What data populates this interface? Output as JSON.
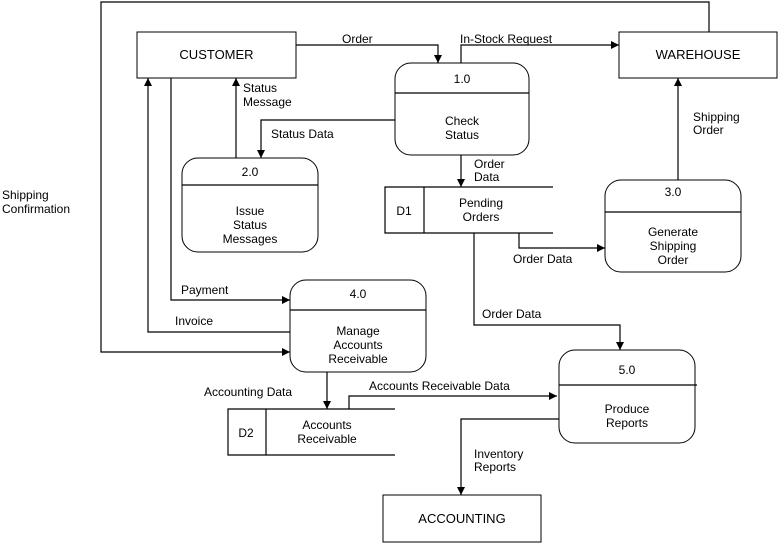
{
  "entities": {
    "customer": "CUSTOMER",
    "warehouse": "WAREHOUSE",
    "accounting": "ACCOUNTING"
  },
  "processes": {
    "p1": {
      "id": "1.0",
      "lines": [
        "Check",
        "Status"
      ]
    },
    "p2": {
      "id": "2.0",
      "lines": [
        "Issue",
        "Status",
        "Messages"
      ]
    },
    "p3": {
      "id": "3.0",
      "lines": [
        "Generate",
        "Shipping",
        "Order"
      ]
    },
    "p4": {
      "id": "4.0",
      "lines": [
        "Manage",
        "Accounts",
        "Receivable"
      ]
    },
    "p5": {
      "id": "5.0",
      "lines": [
        "Produce",
        "Reports"
      ]
    }
  },
  "stores": {
    "d1": {
      "id": "D1",
      "lines": [
        "Pending",
        "Orders"
      ]
    },
    "d2": {
      "id": "D2",
      "lines": [
        "Accounts",
        "Receivable"
      ]
    }
  },
  "flows": {
    "order": "Order",
    "in_stock_request": "In-Stock Request",
    "status_message": [
      "Status",
      "Message"
    ],
    "status_data": "Status Data",
    "order_data_down": [
      "Order",
      "Data"
    ],
    "shipping_order": [
      "Shipping",
      "Order"
    ],
    "order_data_to_3": "Order Data",
    "order_data_to_5": "Order Data",
    "shipping_confirmation": [
      "Shipping",
      "Confirmation"
    ],
    "payment": "Payment",
    "invoice": "Invoice",
    "accounting_data": "Accounting Data",
    "ar_data": "Accounts Receivable Data",
    "inventory_reports": [
      "Inventory",
      "Reports"
    ]
  }
}
